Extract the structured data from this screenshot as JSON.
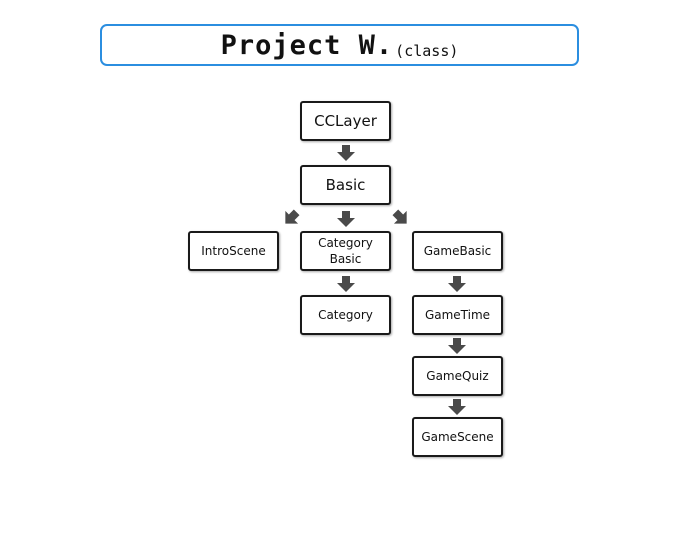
{
  "title": {
    "main": "Project W.",
    "sub": "(class)"
  },
  "nodes": {
    "cclayer": "CCLayer",
    "basic": "Basic",
    "intro_scene": "IntroScene",
    "category_basic": "Category\nBasic",
    "game_basic": "GameBasic",
    "category": "Category",
    "game_time": "GameTime",
    "game_quiz": "GameQuiz",
    "game_scene": "GameScene"
  },
  "colors": {
    "title_border": "#2b8ee0",
    "arrow": "#4a4a4a",
    "node_border": "#1a1a1a"
  }
}
